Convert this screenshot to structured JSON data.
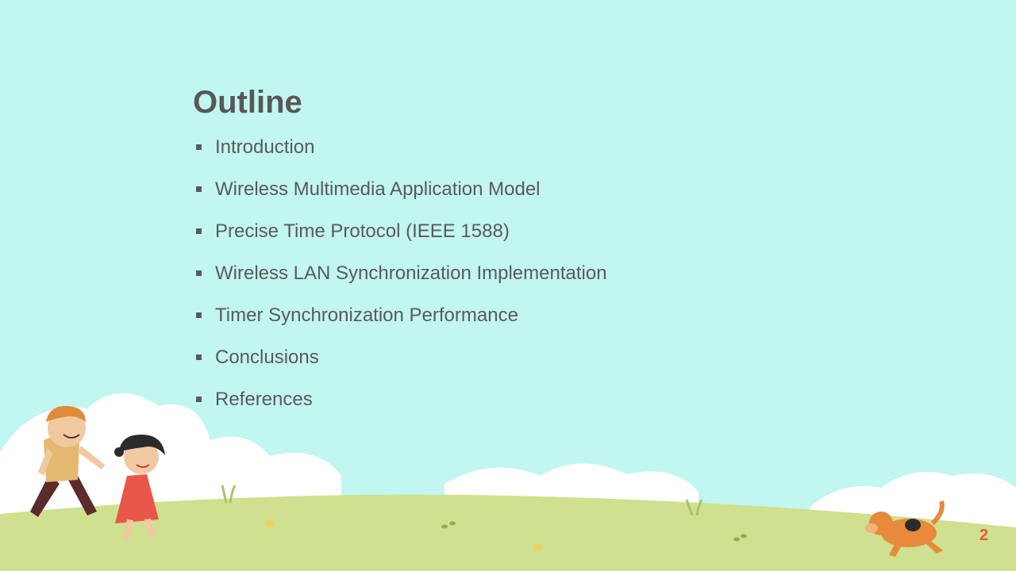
{
  "slide": {
    "title": "Outline",
    "items": [
      {
        "label": "Introduction"
      },
      {
        "label": "Wireless Multimedia Application Model"
      },
      {
        "label": "Precise Time Protocol (IEEE 1588)"
      },
      {
        "label": "Wireless LAN Synchronization Implementation"
      },
      {
        "label": "Timer Synchronization Performance"
      },
      {
        "label": "Conclusions"
      },
      {
        "label": "References"
      }
    ],
    "page_number": "2"
  },
  "colors": {
    "background": "#c2f6f0",
    "grass": "#cfe08f",
    "cloud": "#ffffff",
    "text": "#575757",
    "accent": "#e8573a"
  },
  "icons": [
    "square-bullet-icon",
    "boy-illustration",
    "girl-illustration",
    "dog-illustration",
    "flower-icon"
  ]
}
